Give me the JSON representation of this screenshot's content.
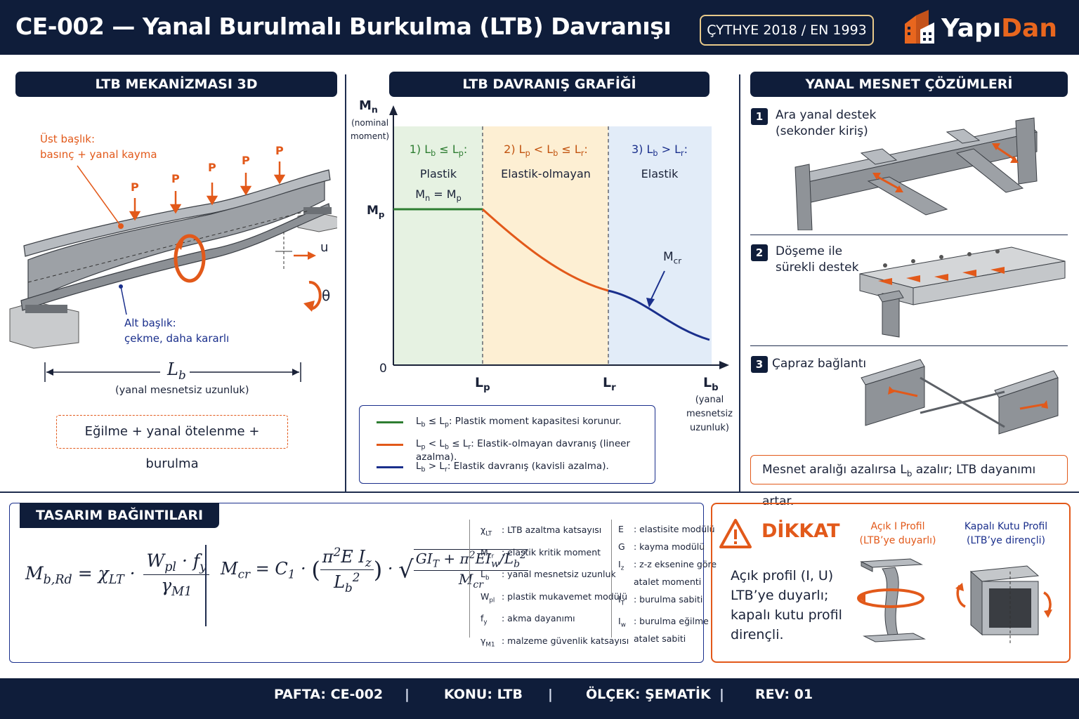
{
  "header": {
    "title": "CE-002 — Yanal Burulmalı Burkulma (LTB) Davranışı",
    "standard": "ÇYTHYE 2018 / EN 1993",
    "logo_part1": "Yapı",
    "logo_part2": "Dan"
  },
  "panel_mechanism": {
    "title": "LTB MEKANİZMASI 3D",
    "top_flange_label_1": "Üst başlık:",
    "top_flange_label_2": "basınç + yanal kayma",
    "load_label": "P",
    "bottom_flange_label_1": "Alt başlık:",
    "bottom_flange_label_2": "çekme, daha kararlı",
    "u_label": "u",
    "theta_label": "θ",
    "span_symbol": "L",
    "span_subscript": "b",
    "span_caption": "(yanal mesnetsiz uzunluk)",
    "summary": "Eğilme + yanal ötelenme + burulma"
  },
  "panel_graph": {
    "title": "LTB DAVRANIŞ GRAFİĞİ",
    "y_axis_symbol": "M",
    "y_axis_sub": "n",
    "y_axis_caption_1": "(nominal",
    "y_axis_caption_2": "moment)",
    "mp_symbol": "M",
    "mp_sub": "p",
    "zero": "0",
    "x_tick_1": "L",
    "x_tick_1_sub": "p",
    "x_tick_2": "L",
    "x_tick_2_sub": "r",
    "x_axis_symbol": "L",
    "x_axis_sub": "b",
    "x_axis_caption_1": "(yanal",
    "x_axis_caption_2": "mesnetsiz",
    "x_axis_caption_3": "uzunluk)",
    "zone1_head": "1) L",
    "zone1_name": "Plastik",
    "zone1_eq": "M",
    "zone2_head": "2) L",
    "zone2_name": "Elastik-olmayan",
    "zone3_head": "3) L",
    "zone3_name": "Elastik",
    "mcr_symbol": "M",
    "mcr_sub": "cr",
    "legend": [
      {
        "text": "Plastik moment kapasitesi korunur.",
        "color": "#2e7d32"
      },
      {
        "text": "Elastik-olmayan davranış (lineer azalma).",
        "color": "#e2591a"
      },
      {
        "text": "Elastik davranış (kavisli azalma).",
        "color": "#1a2f8c"
      }
    ]
  },
  "chart_data": {
    "type": "line",
    "x_ticks": [
      "Lp",
      "Lr"
    ],
    "y_ticks": [
      "0",
      "Mp"
    ],
    "series": [
      {
        "name": "Lb ≤ Lp",
        "color": "#2e7d32"
      },
      {
        "name": "Lp < Lb ≤ Lr",
        "color": "#e2591a"
      },
      {
        "name": "Lb > Lr",
        "color": "#1a2f8c"
      }
    ]
  },
  "panel_supports": {
    "title": "YANAL MESNET ÇÖZÜMLERİ",
    "item1_num": "1",
    "item1_line1": "Ara yanal destek",
    "item1_line2": "(sekonder kiriş)",
    "item2_num": "2",
    "item2_line1": "Döşeme ile",
    "item2_line2": "sürekli destek",
    "item3_num": "3",
    "item3_line1": "Çapraz bağlantı",
    "note_pre": "Mesnet aralığı azalırsa L",
    "note_sub": "b",
    "note_post": " azalır; LTB dayanımı artar."
  },
  "design": {
    "title": "TASARIM BAĞINTILARI",
    "defs_left": [
      {
        "sym": "χ",
        "sub": "LT",
        "text": ": LTB azaltma katsayısı"
      },
      {
        "sym": "M",
        "sub": "cr",
        "text": ": elastik kritik moment"
      },
      {
        "sym": "L",
        "sub": "b",
        "text": ": yanal mesnetsiz uzunluk"
      },
      {
        "sym": "W",
        "sub": "pl",
        "text": ": plastik mukavemet modülü"
      },
      {
        "sym": "f",
        "sub": "y",
        "text": ": akma dayanımı"
      },
      {
        "sym": "γ",
        "sub": "M1",
        "text": ": malzeme güvenlik katsayısı"
      }
    ],
    "defs_right": [
      {
        "sym": "E",
        "sub": "",
        "text": ": elastisite modülü"
      },
      {
        "sym": "G",
        "sub": "",
        "text": ": kayma modülü"
      },
      {
        "sym": "I",
        "sub": "z",
        "text": ": z-z eksenine göre"
      },
      {
        "sym": "",
        "sub": "",
        "text": "atalet momenti"
      },
      {
        "sym": "I",
        "sub": "T",
        "text": ": burulma sabiti"
      },
      {
        "sym": "I",
        "sub": "w",
        "text": ": burulma eğilme"
      },
      {
        "sym": "",
        "sub": "",
        "text": "atalet sabiti"
      }
    ]
  },
  "warning": {
    "title": "DİKKAT",
    "text_1": "Açık profil (I, U)",
    "text_2": "LTB’ye duyarlı;",
    "text_3": "kapalı kutu profil",
    "text_4": "dirençli.",
    "open_profile_1": "Açık I Profil",
    "open_profile_2": "(LTB’ye duyarlı)",
    "closed_profile_1": "Kapalı Kutu Profil",
    "closed_profile_2": "(LTB’ye dirençli)"
  },
  "footer": {
    "sheet": "PAFTA: CE-002",
    "subject": "KONU: LTB",
    "scale": "ÖLÇEK: ŞEMATİK",
    "rev": "REV:  01",
    "separator": "|"
  },
  "colors": {
    "navy": "#0f1d3a",
    "orange": "#e2591a",
    "green": "#2e7d32",
    "blue": "#1a2f8c"
  }
}
